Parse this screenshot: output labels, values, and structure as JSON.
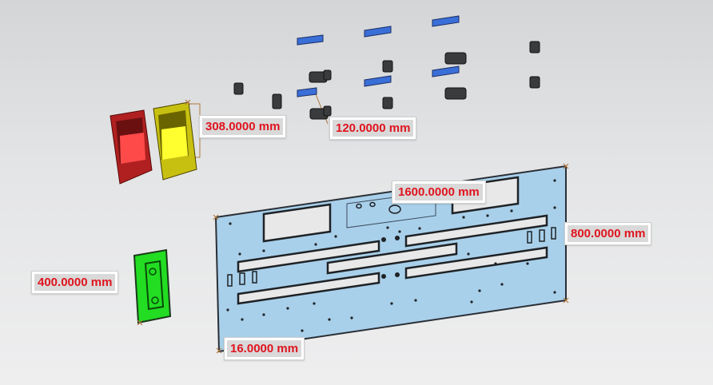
{
  "viewport": {
    "colors": {
      "plate": "#a9d0ea",
      "green_part": "#22dd22",
      "red_box": "#e03030",
      "yellow_box": "#e8e020",
      "blue_part": "#3a6fd8",
      "dim_text": "#e0141e",
      "leader": "#b07a40"
    }
  },
  "dimensions": {
    "box_height": "308.0000 mm",
    "bracket_length": "120.0000 mm",
    "plate_width": "1600.0000 mm",
    "plate_height": "800.0000 mm",
    "small_plate_height": "400.0000 mm",
    "plate_thickness": "16.0000 mm"
  }
}
